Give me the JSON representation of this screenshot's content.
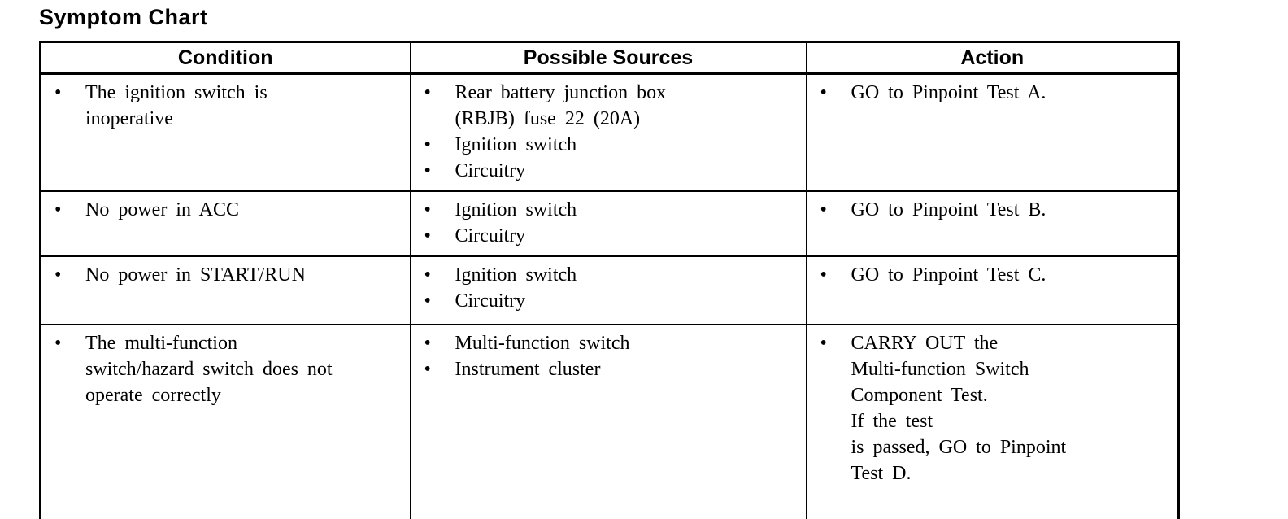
{
  "page": {
    "title": "Symptom Chart"
  },
  "colors": {
    "text": "#000000",
    "border": "#000000",
    "background": "#ffffff"
  },
  "table": {
    "headers": {
      "condition": "Condition",
      "sources": "Possible Sources",
      "action": "Action"
    },
    "rows": [
      {
        "condition": [
          {
            "lines": [
              "The ignition switch is",
              "inoperative"
            ]
          }
        ],
        "sources": [
          {
            "lines": [
              "Rear battery junction box",
              "(RBJB) fuse 22 (20A)"
            ]
          },
          {
            "lines": [
              "Ignition switch"
            ]
          },
          {
            "lines": [
              "Circuitry"
            ]
          }
        ],
        "action": [
          {
            "lines": [
              "GO to Pinpoint Test A."
            ]
          }
        ]
      },
      {
        "condition": [
          {
            "lines": [
              "No power in ACC"
            ]
          }
        ],
        "sources": [
          {
            "lines": [
              "Ignition switch"
            ]
          },
          {
            "lines": [
              "Circuitry"
            ]
          }
        ],
        "action": [
          {
            "lines": [
              "GO to Pinpoint Test B."
            ]
          }
        ]
      },
      {
        "condition": [
          {
            "lines": [
              "No power in START/RUN"
            ]
          }
        ],
        "sources": [
          {
            "lines": [
              "Ignition switch"
            ]
          },
          {
            "lines": [
              "Circuitry"
            ]
          }
        ],
        "action": [
          {
            "lines": [
              "GO to Pinpoint Test C."
            ]
          }
        ]
      },
      {
        "condition": [
          {
            "lines": [
              "The multi-function",
              "switch/hazard switch does not",
              "operate correctly"
            ]
          }
        ],
        "sources": [
          {
            "lines": [
              "Multi-function switch"
            ]
          },
          {
            "lines": [
              "Instrument cluster"
            ]
          }
        ],
        "action": [
          {
            "lines": [
              "CARRY OUT the",
              "Multi-function Switch",
              "Component Test.",
              "If the test",
              "is passed, GO to Pinpoint",
              "Test D."
            ]
          }
        ]
      }
    ]
  }
}
